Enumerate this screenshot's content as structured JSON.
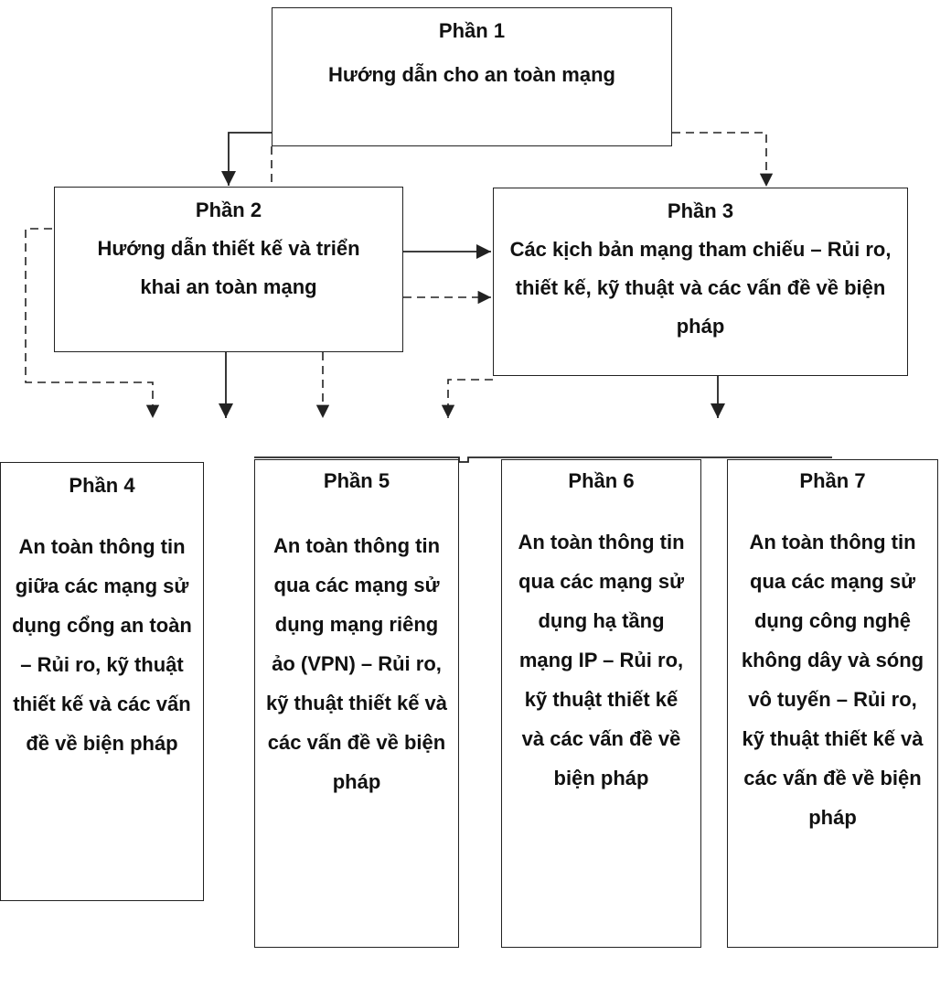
{
  "boxes": {
    "p1": {
      "title": "Phần 1",
      "body": "Hướng dẫn cho an toàn mạng"
    },
    "p2": {
      "title": "Phần 2",
      "body": "Hướng dẫn thiết kế và triển khai an toàn mạng"
    },
    "p3": {
      "title": "Phần 3",
      "body": "Các kịch bản mạng tham chiếu – Rủi ro, thiết kế, kỹ thuật và các vấn đề về biện pháp"
    },
    "p4": {
      "title": "Phần 4",
      "body": "An toàn thông tin giữa các mạng sử dụng cổng an toàn – Rủi ro, kỹ thuật thiết kế và các vấn đề về biện pháp"
    },
    "p5": {
      "title": "Phần 5",
      "body": "An toàn thông tin qua các mạng sử dụng mạng riêng ảo (VPN) – Rủi ro, kỹ thuật thiết kế và các vấn đề về biện pháp"
    },
    "p6": {
      "title": "Phần 6",
      "body": "An toàn thông tin qua các mạng sử dụng hạ tầng mạng IP – Rủi ro, kỹ thuật thiết kế và các vấn đề về biện pháp"
    },
    "p7": {
      "title": "Phần 7",
      "body": "An toàn thông tin qua các mạng sử dụng công nghệ không dây và sóng vô tuyến – Rủi ro, kỹ thuật thiết kế và các vấn đề về biện pháp"
    }
  }
}
